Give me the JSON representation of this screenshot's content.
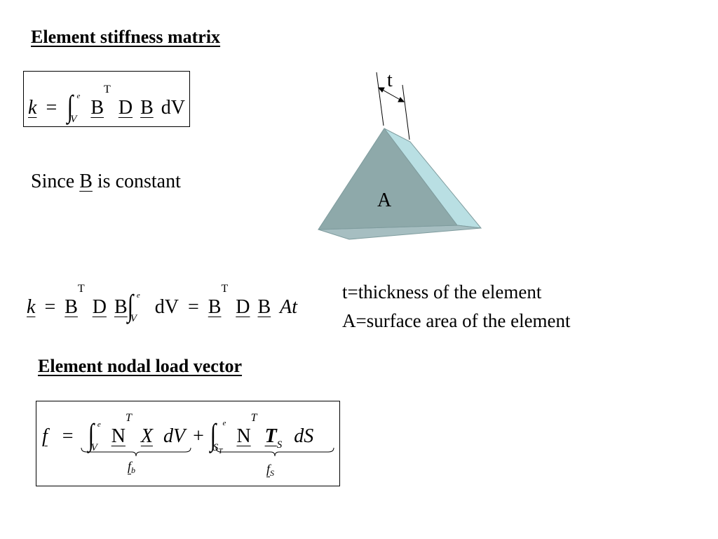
{
  "heading_stiffness": "Element stiffness matrix",
  "eq1": {
    "k": "k",
    "eq": "=",
    "int": "∫",
    "sub_v": "V",
    "sup_e": "e",
    "B1": "B",
    "T": "T",
    "D": "D",
    "B2": "B",
    "dV": "dV"
  },
  "since": {
    "pre": "Since ",
    "B": "B",
    "post": " is constant"
  },
  "figure": {
    "t_label": "t",
    "A_label": "A",
    "colors": {
      "front_face": "#8ea9aa",
      "right_face": "#b9dfe3",
      "bottom_face": "#a6bec1",
      "edge": "#7f9c9e"
    }
  },
  "eq2": {
    "k": "k",
    "eq": "=",
    "B1": "B",
    "T1": "T",
    "D1": "D",
    "B2": "B",
    "int": "∫",
    "sub_v": "V",
    "sup_e": "e",
    "dV": "dV",
    "eq2": "=",
    "B3": "B",
    "T2": "T",
    "D2": "D",
    "B4": "B",
    "At": "At"
  },
  "notes": {
    "t_note": "t=thickness of the element",
    "A_note": "A=surface area of the element"
  },
  "heading_load": "Element nodal load vector",
  "eq3": {
    "f": "f",
    "eq": "=",
    "int1": "∫",
    "sub_v": "V",
    "sup_e1": "e",
    "N1": "N",
    "T1": "T",
    "X": "X",
    "dV": "dV",
    "plus": "+",
    "int2": "∫",
    "sub_s": "S",
    "sub_t": "T",
    "sup_e2": "e",
    "N2": "N",
    "T2": "T",
    "Tbold": "T",
    "sub_s2": "S",
    "dS": "dS",
    "fb_f": "f",
    "fb_b": "b",
    "fs_f": "f",
    "fs_s": "S"
  }
}
